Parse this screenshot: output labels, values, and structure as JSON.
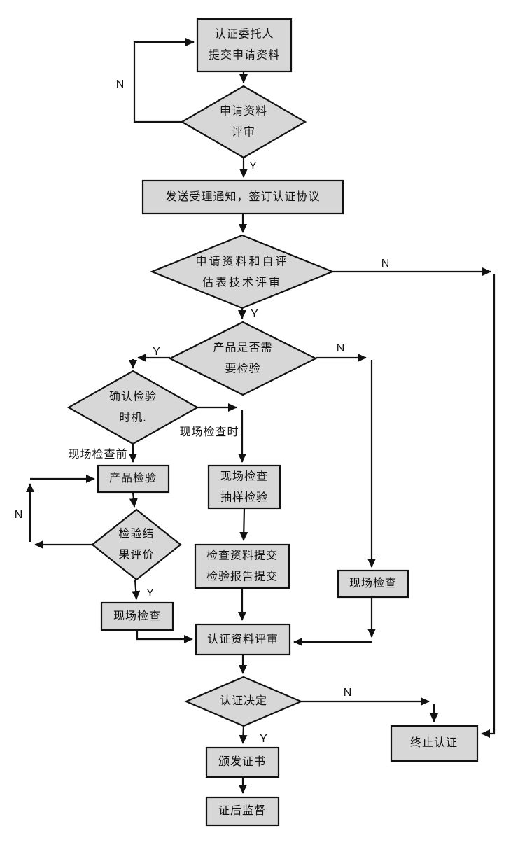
{
  "diagram": {
    "type": "flowchart",
    "colors": {
      "background": "#ffffff",
      "node_fill": "#d7d7d7",
      "node_border": "#111111",
      "line": "#111111",
      "text": "#111111"
    },
    "nodes": {
      "submit": {
        "label": "认证委托人\n提交申请资料"
      },
      "app_review": {
        "label": "申请资料\n评审"
      },
      "notice": {
        "label": "发送受理通知，签订认证协议"
      },
      "tech_review": {
        "label": "申请资料和自评\n估表技术评审"
      },
      "need_inspection": {
        "label": "产品是否需\n要检验"
      },
      "confirm_timing": {
        "label": "确认检验\n时机."
      },
      "product_inspection": {
        "label": "产品检验"
      },
      "onsite_sampling": {
        "label": "现场检查\n抽样检验"
      },
      "result_evaluation": {
        "label": "检验结\n果评价"
      },
      "doc_submission": {
        "label": "检查资料提交\n检验报告提交"
      },
      "onsite_left": {
        "label": "现场检查"
      },
      "onsite_right": {
        "label": "现场检查"
      },
      "cert_review": {
        "label": "认证资料评审"
      },
      "decision": {
        "label": "认证决定"
      },
      "terminate": {
        "label": "终止认证"
      },
      "issue": {
        "label": "颁发证书"
      },
      "supervision": {
        "label": "证后监督"
      }
    },
    "edge_labels": {
      "app_review_no": "N",
      "app_review_yes": "Y",
      "tech_review_no": "N",
      "tech_review_yes": "Y",
      "need_inspection_yes": "Y",
      "need_inspection_no": "N",
      "timing_before": "现场检查前",
      "timing_during": "现场检查时",
      "result_no": "N",
      "result_yes": "Y",
      "decision_no": "N",
      "decision_yes": "Y"
    }
  }
}
